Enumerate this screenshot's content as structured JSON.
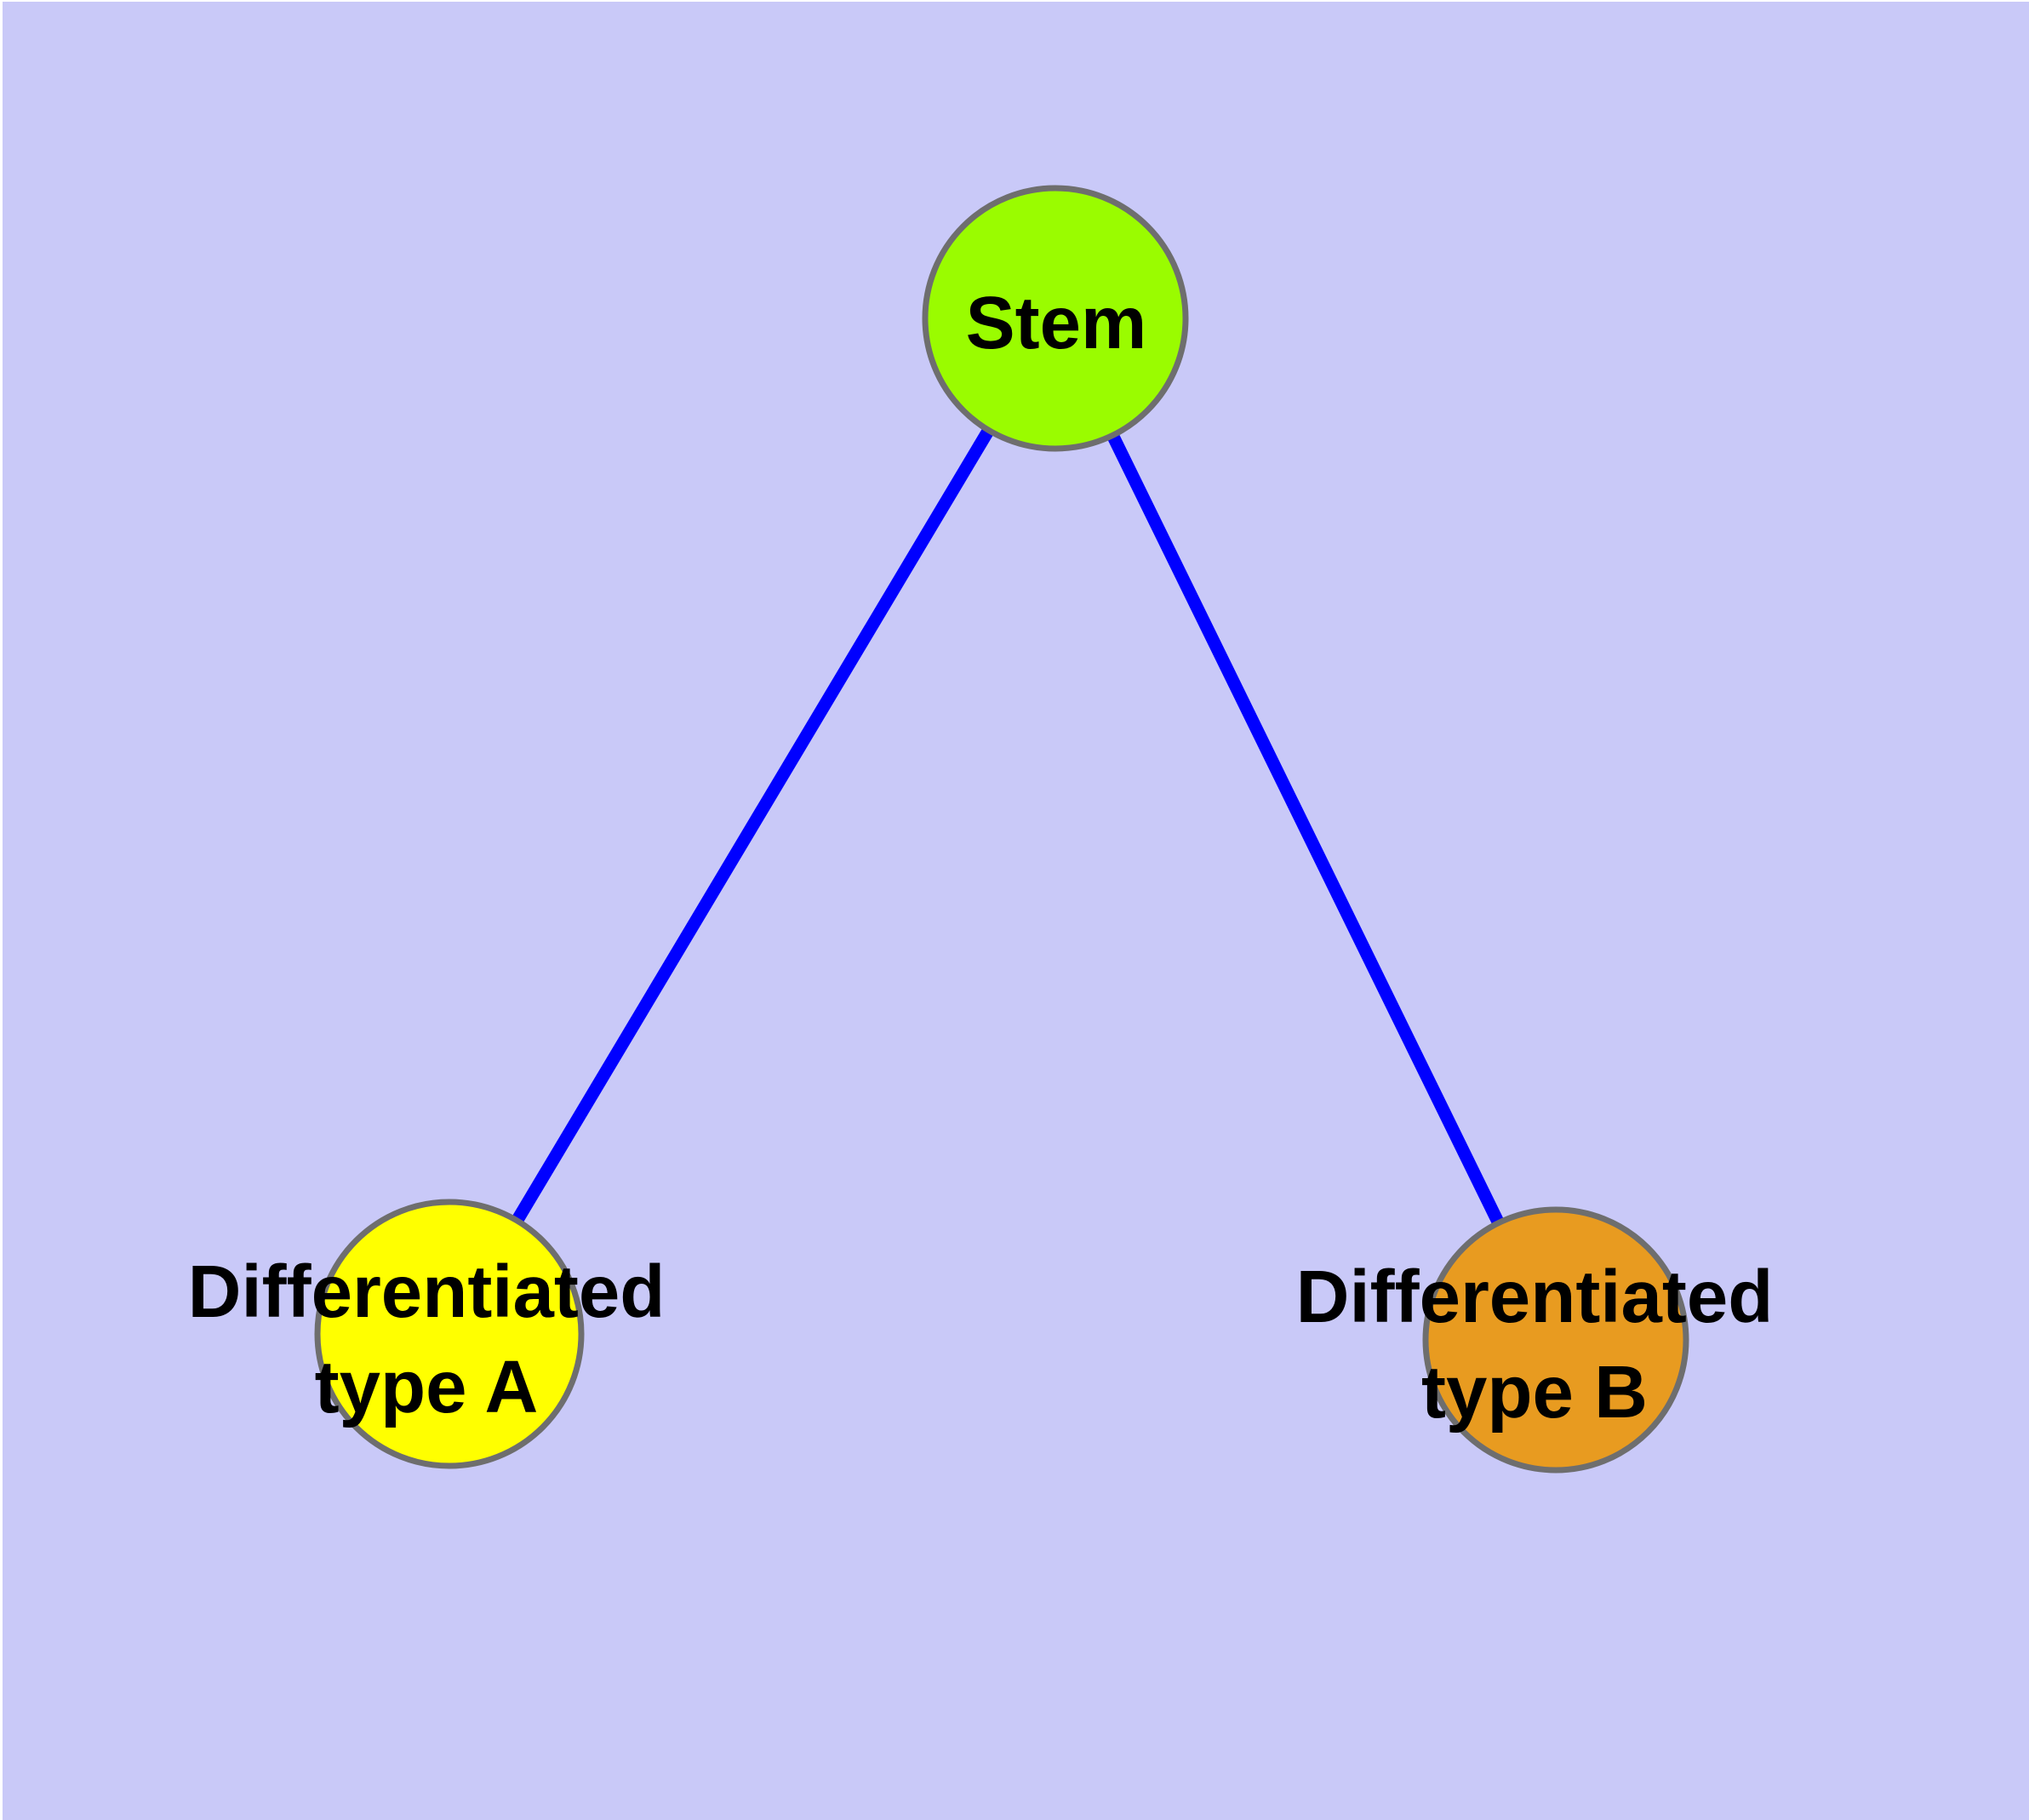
{
  "diagram": {
    "type": "network-graph",
    "background_color": "#c9c9f8",
    "edge_color": "#0000ff",
    "node_border_color": "#6e6e6e",
    "label_color": "#000000",
    "nodes": [
      {
        "id": "stem",
        "label": "Stem",
        "label_lines": [
          "Stem"
        ],
        "fill": "#9afc00"
      },
      {
        "id": "differentiated-type-a",
        "label": "Differentiated type A",
        "label_lines": [
          "Differentiated",
          "type A"
        ],
        "fill": "#ffff00"
      },
      {
        "id": "differentiated-type-b",
        "label": "Differentiated type B",
        "label_lines": [
          "Differentiated",
          "type B"
        ],
        "fill": "#e89b20"
      }
    ],
    "edges": [
      {
        "from": "stem",
        "to": "differentiated-type-a"
      },
      {
        "from": "stem",
        "to": "differentiated-type-b"
      }
    ]
  }
}
